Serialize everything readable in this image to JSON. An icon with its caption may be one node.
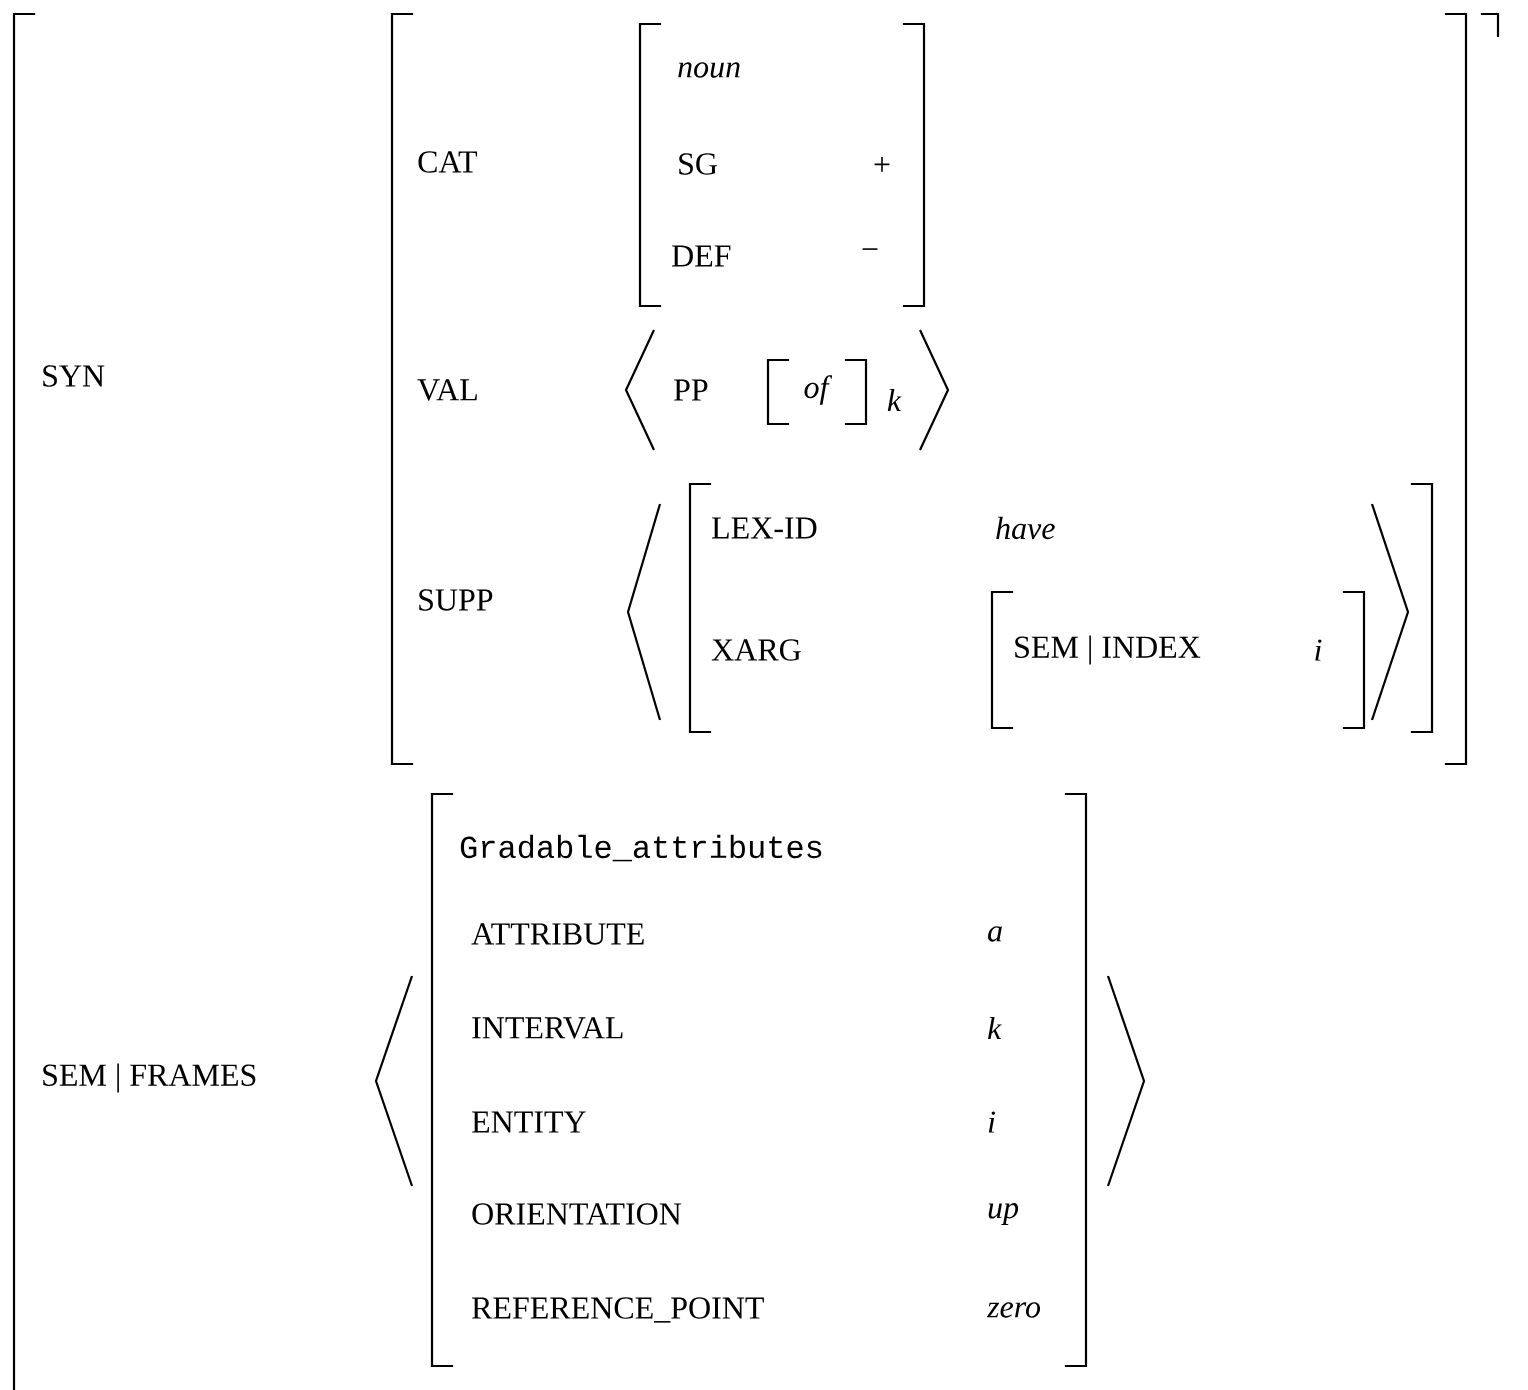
{
  "diagram": {
    "labels": [
      "SYN",
      "CAT",
      "noun",
      "SG",
      "+",
      "DEF",
      "−",
      "VAL",
      "PP",
      "of",
      "k",
      "SUPP",
      "LEX-ID",
      "have",
      "XARG",
      "SEM | INDEX",
      "i",
      "SEM | FRAMES",
      "Gradable_attributes",
      "ATTRIBUTE",
      "a",
      "INTERVAL",
      "k",
      "ENTITY",
      "i",
      "ORIENTATION",
      "up",
      "REFERENCE_POINT",
      "zero"
    ]
  }
}
